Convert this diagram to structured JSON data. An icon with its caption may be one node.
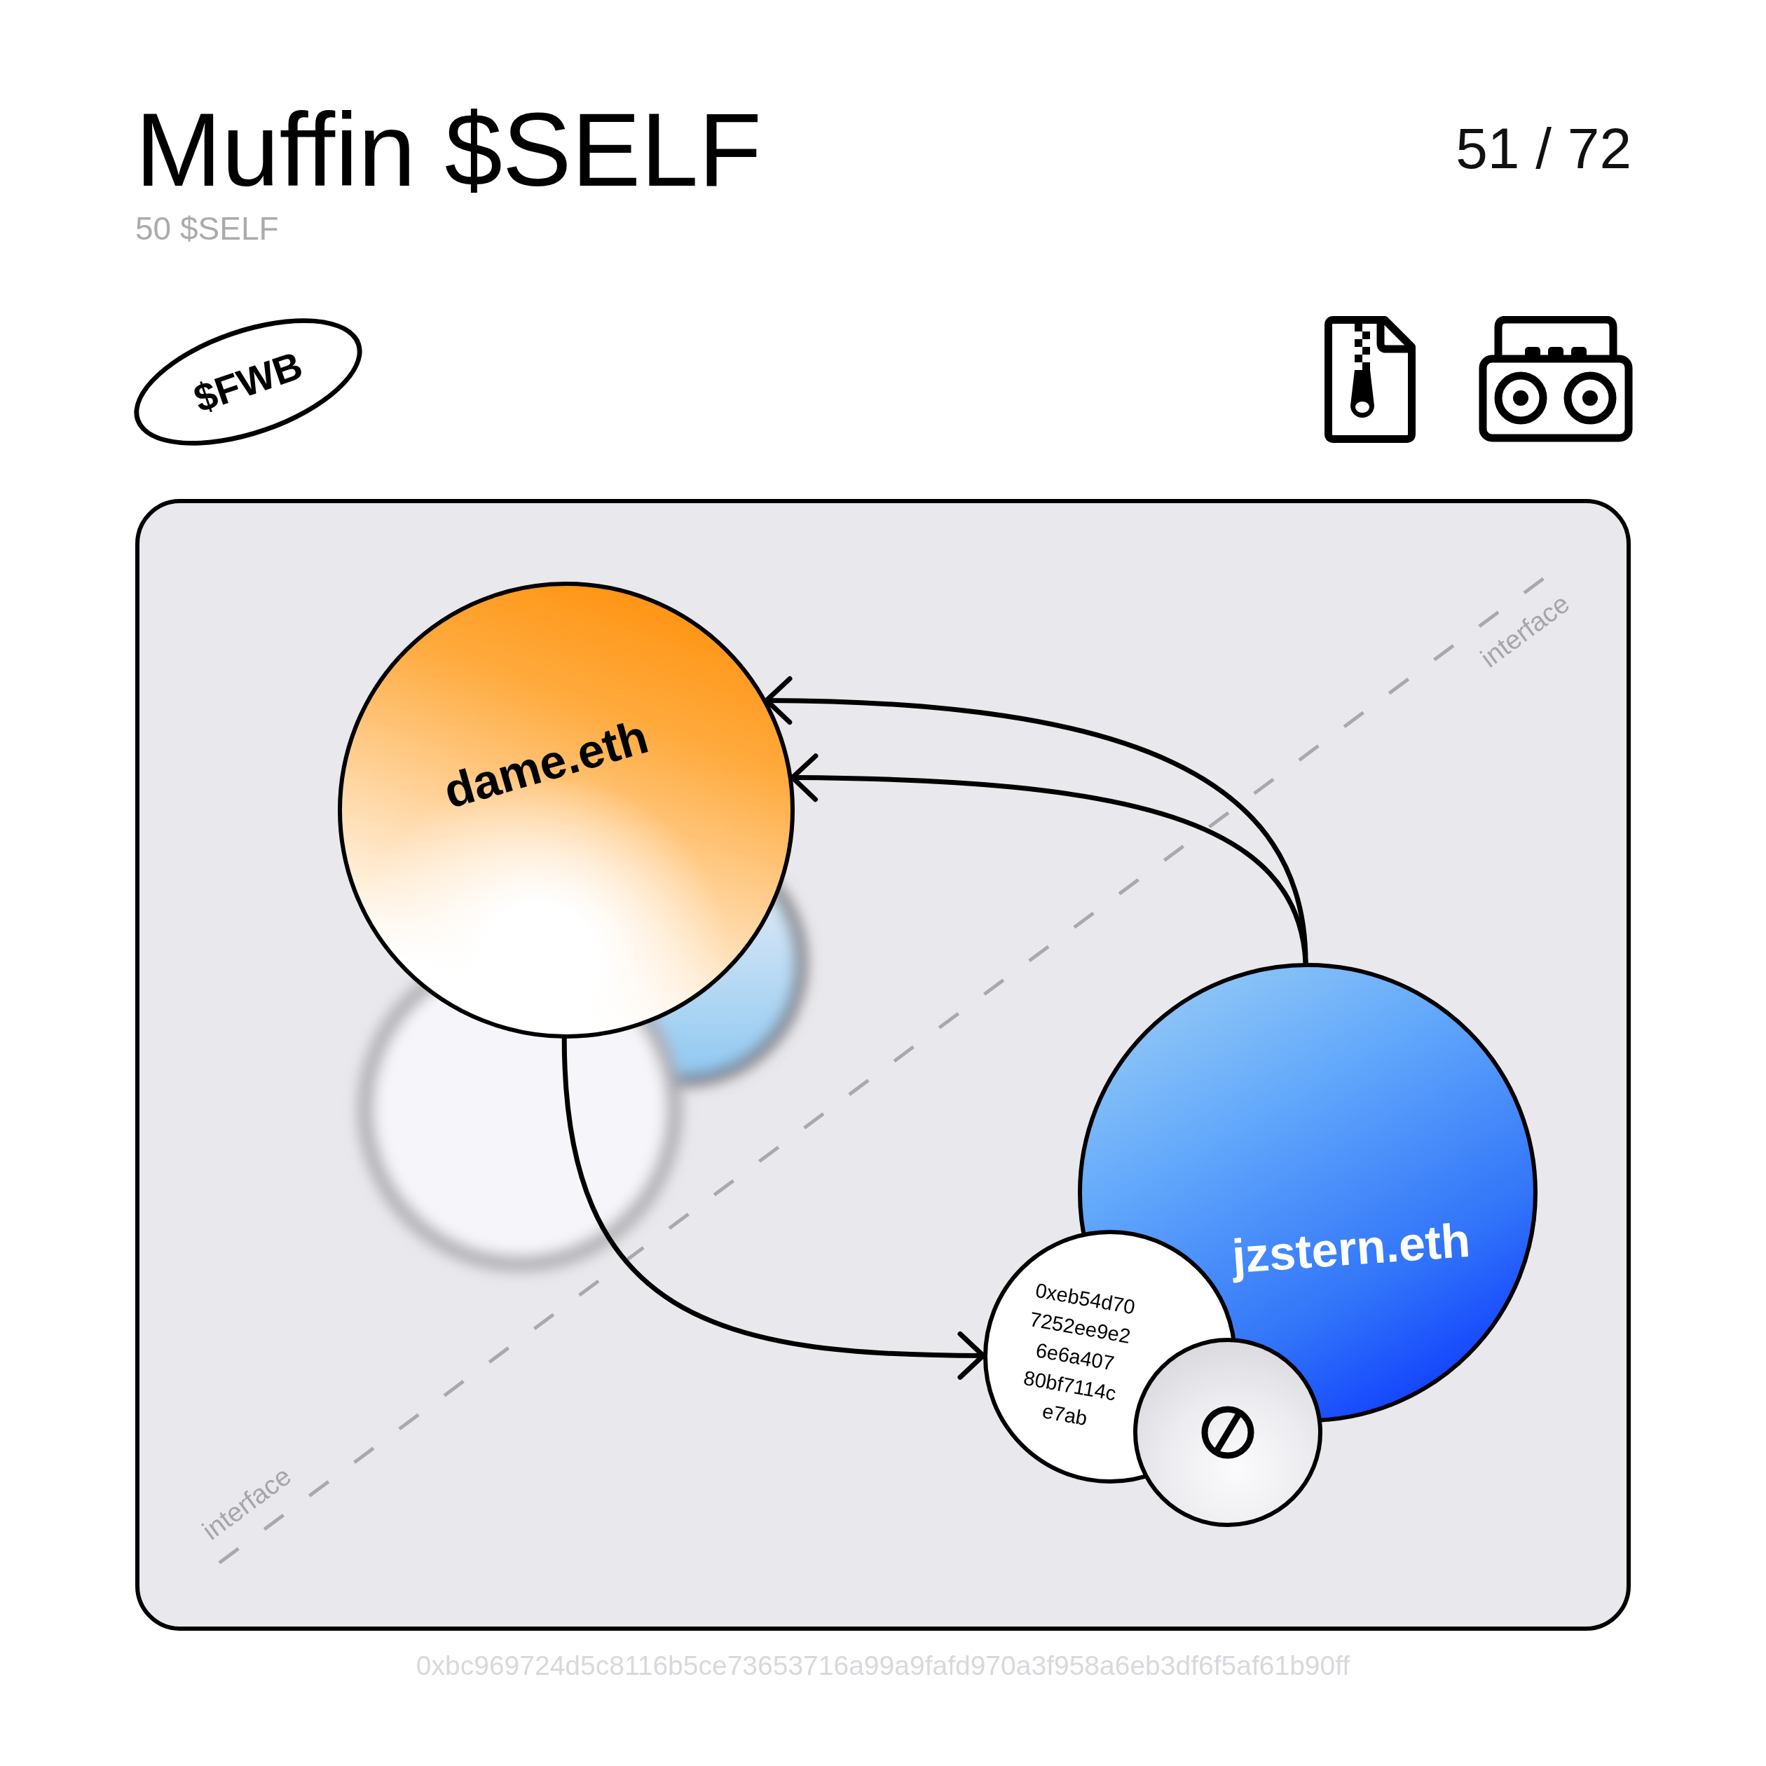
{
  "diagram": {
    "title": "Muffin $SELF",
    "nodes": [
      {
        "text": [
          "$FWB"
        ]
      },
      {
        "text": [],
        "shape": "box"
      },
      {
        "text": [
          "dame.eth"
        ],
        "in": 1
      },
      {
        "text": [
          "jzstern.eth"
        ],
        "in": 1
      },
      {
        "text": [
          "0xeb54d70 7252ee9e2 6e6a407 80bf7114c e7ab"
        ],
        "in": 1
      },
      {
        "text": [],
        "shape": "circle",
        "in": 1
      }
    ],
    "edges": [
      {
        "from": 3,
        "to": 2,
        "arrow": "to"
      },
      {
        "from": 3,
        "to": 2,
        "arrow": "to"
      },
      {
        "from": 2,
        "to": 4,
        "arrow": "to"
      }
    ],
    "labels": [
      "51 / 72",
      "50 $SELF",
      "interface",
      "interface",
      "0xbc969724d5c8116b5ce73653716a99a9fafd970a3f958a6eb3df6f5af61b90ff"
    ]
  }
}
